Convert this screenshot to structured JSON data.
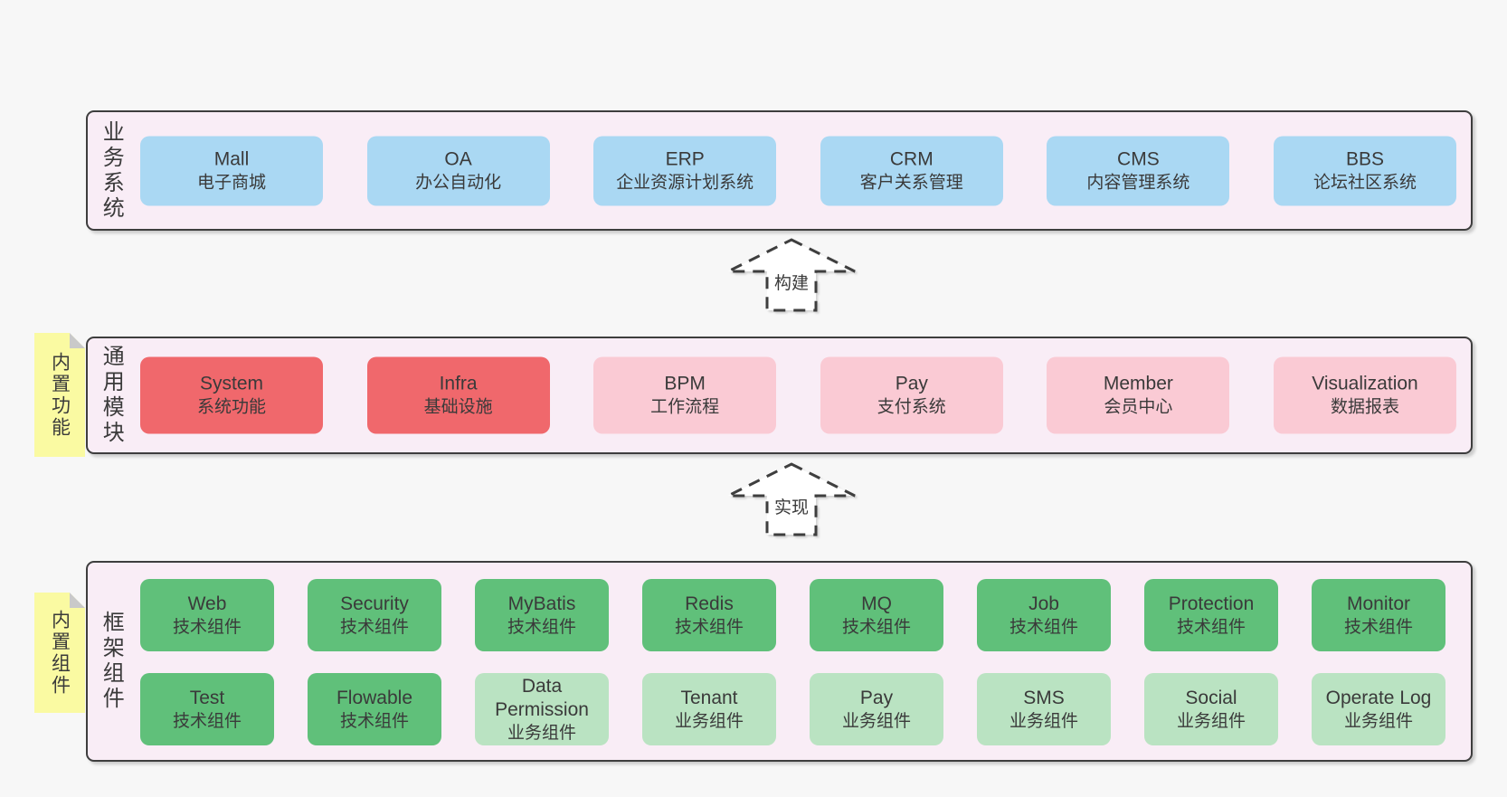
{
  "diagram": {
    "panels": [
      {
        "id": "business-systems",
        "label": "业务系统",
        "boxes": [
          {
            "name": "Mall",
            "desc": "电子商城",
            "variant": "blue"
          },
          {
            "name": "OA",
            "desc": "办公自动化",
            "variant": "blue"
          },
          {
            "name": "ERP",
            "desc": "企业资源计划系统",
            "variant": "blue"
          },
          {
            "name": "CRM",
            "desc": "客户关系管理",
            "variant": "blue"
          },
          {
            "name": "CMS",
            "desc": "内容管理系统",
            "variant": "blue"
          },
          {
            "name": "BBS",
            "desc": "论坛社区系统",
            "variant": "blue"
          }
        ]
      },
      {
        "id": "common-modules",
        "label": "通用模块",
        "note": "内置功能",
        "boxes": [
          {
            "name": "System",
            "desc": "系统功能",
            "variant": "red"
          },
          {
            "name": "Infra",
            "desc": "基础设施",
            "variant": "red"
          },
          {
            "name": "BPM",
            "desc": "工作流程",
            "variant": "pink"
          },
          {
            "name": "Pay",
            "desc": "支付系统",
            "variant": "pink"
          },
          {
            "name": "Member",
            "desc": "会员中心",
            "variant": "pink"
          },
          {
            "name": "Visualization",
            "desc": "数据报表",
            "variant": "pink"
          }
        ]
      },
      {
        "id": "framework-components",
        "label": "框架组件",
        "note": "内置组件",
        "rows": [
          [
            {
              "name": "Web",
              "desc": "技术组件",
              "variant": "green"
            },
            {
              "name": "Security",
              "desc": "技术组件",
              "variant": "green"
            },
            {
              "name": "MyBatis",
              "desc": "技术组件",
              "variant": "green"
            },
            {
              "name": "Redis",
              "desc": "技术组件",
              "variant": "green"
            },
            {
              "name": "MQ",
              "desc": "技术组件",
              "variant": "green"
            },
            {
              "name": "Job",
              "desc": "技术组件",
              "variant": "green"
            },
            {
              "name": "Protection",
              "desc": "技术组件",
              "variant": "green"
            },
            {
              "name": "Monitor",
              "desc": "技术组件",
              "variant": "green"
            }
          ],
          [
            {
              "name": "Test",
              "desc": "技术组件",
              "variant": "green"
            },
            {
              "name": "Flowable",
              "desc": "技术组件",
              "variant": "green"
            },
            {
              "name": "Data Permission",
              "desc": "业务组件",
              "variant": "green-light"
            },
            {
              "name": "Tenant",
              "desc": "业务组件",
              "variant": "green-light"
            },
            {
              "name": "Pay",
              "desc": "业务组件",
              "variant": "green-light"
            },
            {
              "name": "SMS",
              "desc": "业务组件",
              "variant": "green-light"
            },
            {
              "name": "Social",
              "desc": "业务组件",
              "variant": "green-light"
            },
            {
              "name": "Operate Log",
              "desc": "业务组件",
              "variant": "green-light"
            }
          ]
        ]
      }
    ],
    "arrows": [
      {
        "label": "构建"
      },
      {
        "label": "实现"
      }
    ],
    "colors": {
      "background": "#f7f7f7",
      "panel_fill": "#f9edf6",
      "panel_border": "#3e3e3e",
      "box_blue": "#aad8f3",
      "box_red": "#f0686c",
      "box_pink": "#facad4",
      "box_green": "#60c07a",
      "box_green_light": "#bae3c2",
      "note_yellow": "#fafaa2",
      "note_fold": "#c9c9c9",
      "text": "#3a3a3a"
    }
  }
}
